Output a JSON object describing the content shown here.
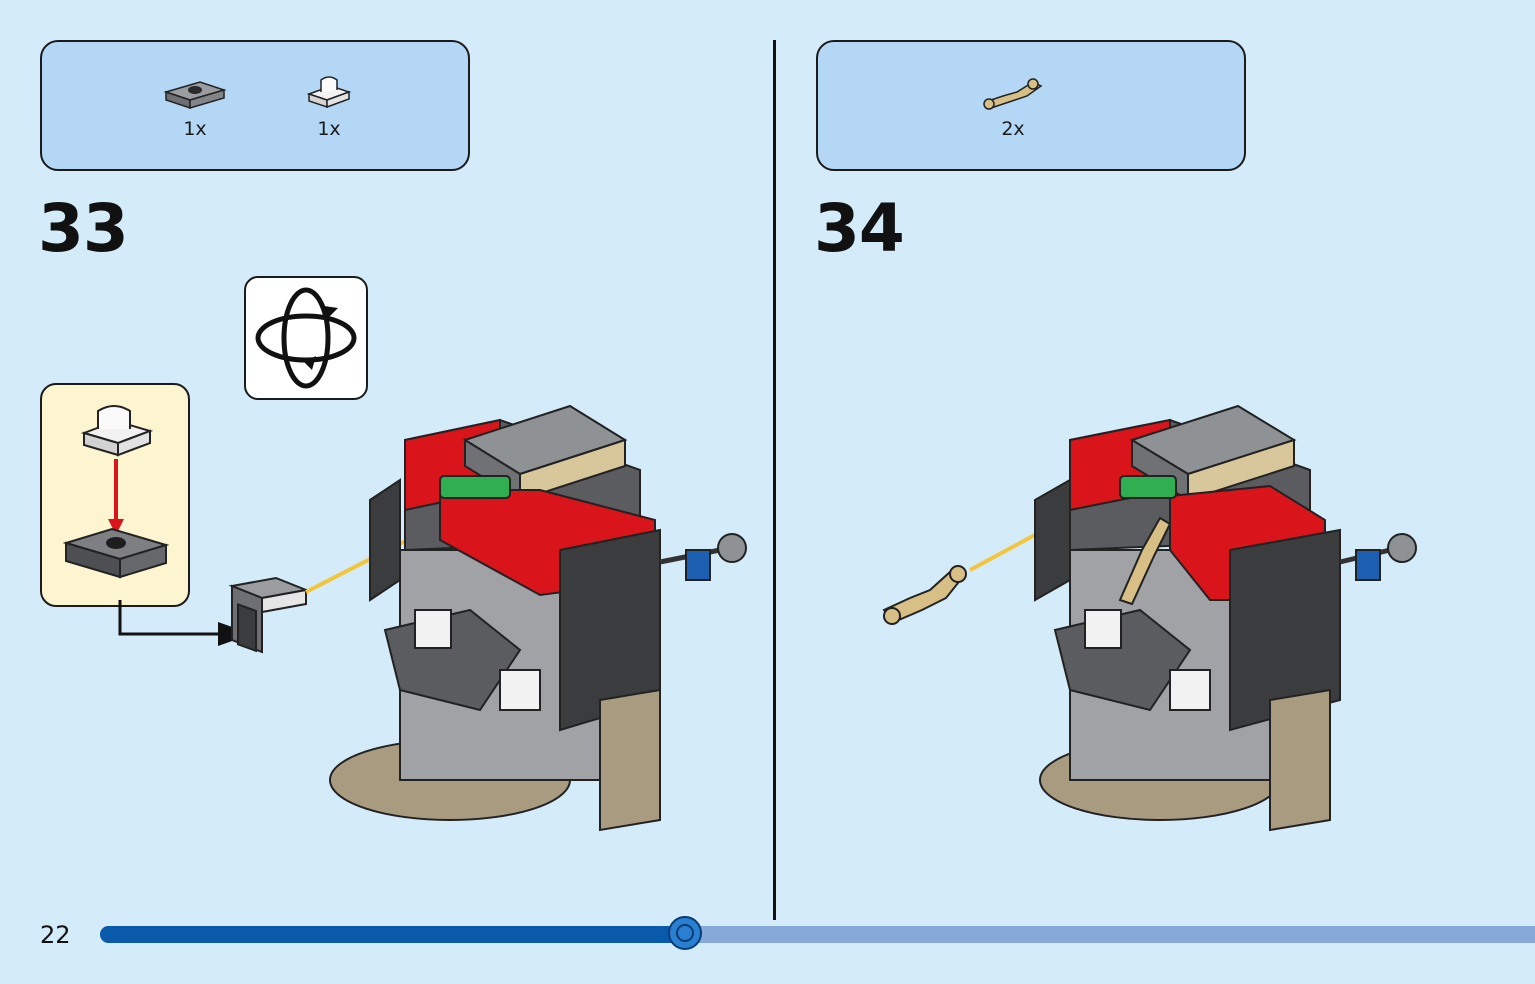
{
  "page": {
    "number": "22",
    "progress": 0.408
  },
  "steps": [
    {
      "number": "33",
      "parts": [
        {
          "name": "gray-jumper-plate",
          "qty": "1x"
        },
        {
          "name": "white-clip-plate",
          "qty": "1x"
        }
      ]
    },
    {
      "number": "34",
      "parts": [
        {
          "name": "tan-robot-arm",
          "qty": "2x"
        }
      ]
    }
  ],
  "icons": {
    "rotate": "rotate-model-icon"
  },
  "colors": {
    "background": "#d4ebfa",
    "parts_box": "#b3d7f5",
    "callout": "#fdf5cf",
    "progress_fill": "#0a5aab",
    "progress_track": "#86a9d9",
    "red_brick": "#d9141b",
    "gray_brick": "#8f9295",
    "dark_brick": "#3a3c3e",
    "tan": "#d7bf86",
    "green": "#2fae52"
  }
}
